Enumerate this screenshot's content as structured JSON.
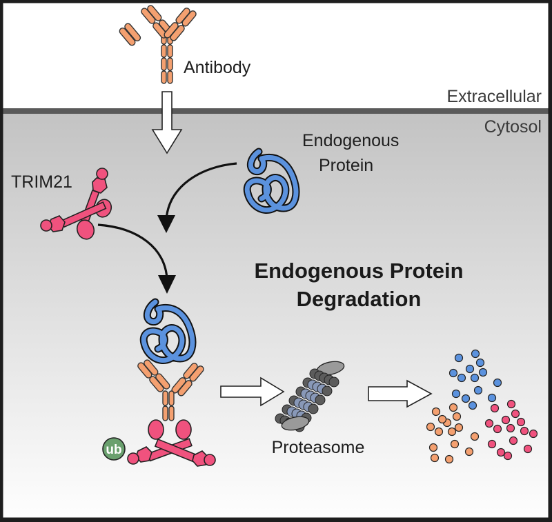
{
  "labels": {
    "antibody": "Antibody",
    "extracellular": "Extracellular",
    "cytosol": "Cytosol",
    "trim21": "TRIM21",
    "endogenous_protein_line1": "Endogenous",
    "endogenous_protein_line2": "Protein",
    "title_line1": "Endogenous Protein",
    "title_line2": "Degradation",
    "ub": "ub",
    "proteasome": "Proteasome"
  },
  "colors": {
    "frame": "#1e1e1e",
    "extracellular_bg": "#ffffff",
    "membrane": "#5a5a5a",
    "cytosol_top": "#c3c3c3",
    "cytosol_bottom": "#fefefe",
    "antibody": "#f4a070",
    "trim21": "#f0527e",
    "protein": "#5b92de",
    "ub": "#6aa06e",
    "proteasome_core": "#8898b8",
    "proteasome_outer": "#5c5c5c",
    "proteasome_cap": "#9a9a9a"
  },
  "fragments": {
    "blue": 14,
    "orange": 15,
    "pink": 15
  }
}
